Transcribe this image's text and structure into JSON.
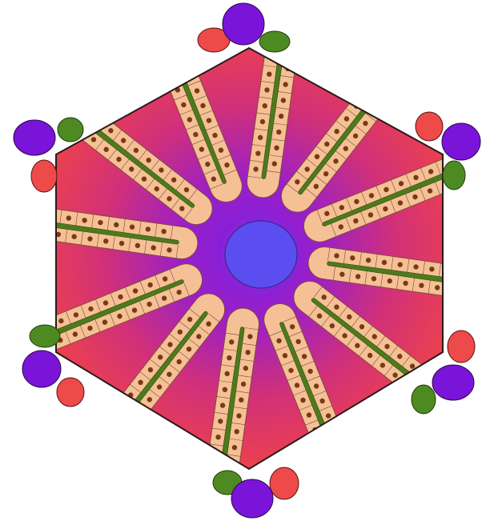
{
  "diagram": {
    "subject": "hepatic-lobule",
    "colors": {
      "background": "#ffffff",
      "outline": "#2a1a1a",
      "portal_red": "#f04040",
      "portal_red_light": "#f0505a",
      "sinusoid_magenta": "#c0239a",
      "sinusoid_purple": "#8a22d8",
      "central_vein": "#5a4ef0",
      "hepatocyte": "#f6c096",
      "hepatocyte_border": "#7a4a30",
      "nucleus": "#7a3a14",
      "bile_canaliculus": "#4e7a1c",
      "triad_artery": "#ee4a4a",
      "triad_vein": "#7a14d8",
      "triad_bile_duct": "#4e8a22"
    },
    "portal_triads": [
      {
        "id": "top"
      },
      {
        "id": "upper-left"
      },
      {
        "id": "upper-right"
      },
      {
        "id": "lower-left"
      },
      {
        "id": "lower-right"
      },
      {
        "id": "bottom"
      }
    ],
    "plates": 12
  }
}
